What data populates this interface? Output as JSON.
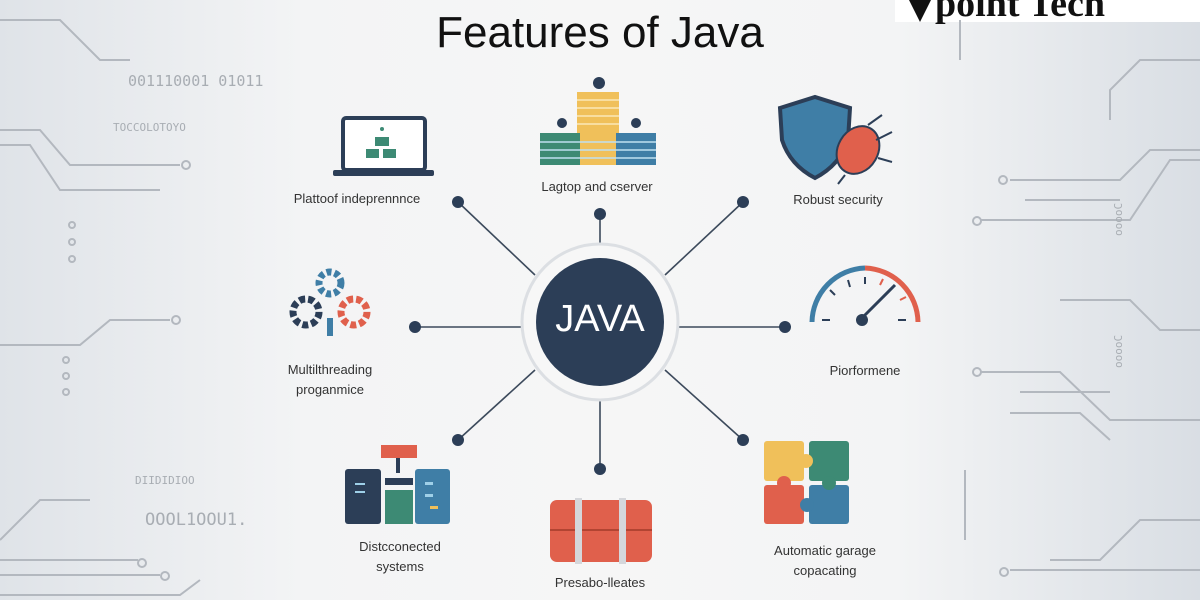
{
  "title": "Features of Java",
  "logo": {
    "text": "point Tech"
  },
  "center": {
    "label": "JAVA"
  },
  "features": [
    {
      "label": "Plattoof indeprennnce",
      "icon": "laptop-icon"
    },
    {
      "label": "Lagtop and cserver",
      "icon": "server-stack-icon"
    },
    {
      "label": "Robust security",
      "icon": "shield-bug-icon"
    },
    {
      "label_line1": "Multilthreading",
      "label_line2": "proganmice",
      "icon": "gears-icon"
    },
    {
      "label": "Piorformene",
      "icon": "gauge-icon"
    },
    {
      "label_line1": "Distcconected",
      "label_line2": "systems",
      "icon": "distributed-systems-icon"
    },
    {
      "label": "Presabo-lleates",
      "icon": "suitcase-icon"
    },
    {
      "label_line1": "Automatic garage",
      "label_line2": "copacating",
      "icon": "puzzle-icon"
    }
  ],
  "background_text": {
    "binary1": "001110001 01011",
    "binary2": "TOCCOLOTOYO",
    "binary3": "DIIDIDIOO",
    "binary4": "OOOL1OOU1.",
    "binary5": "ooooC",
    "binary6": "ooooC"
  },
  "colors": {
    "navy": "#2c3e57",
    "red": "#e0604c",
    "teal": "#3d8a74",
    "blue": "#3f7ea6",
    "yellow": "#f0c05a"
  }
}
